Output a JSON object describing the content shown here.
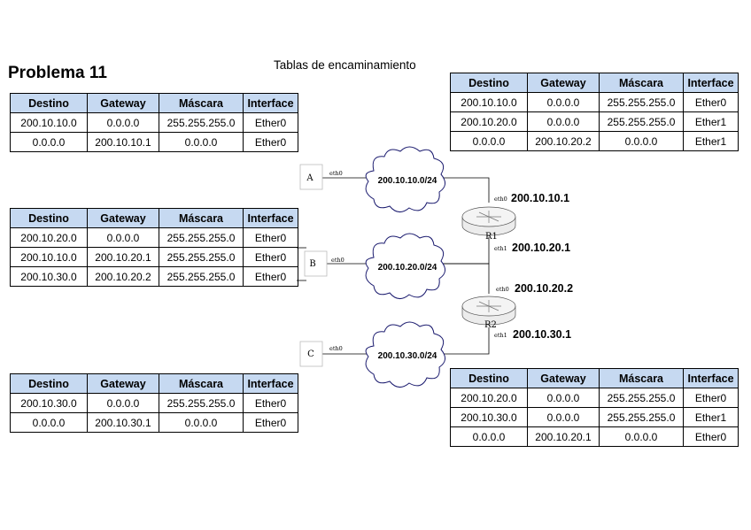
{
  "title": "Problema 11",
  "subtitle": "Tablas de encaminamiento",
  "headers": [
    "Destino",
    "Gateway",
    "Máscara",
    "Interface"
  ],
  "tables": {
    "A": [
      [
        "200.10.10.0",
        "0.0.0.0",
        "255.255.255.0",
        "Ether0"
      ],
      [
        "0.0.0.0",
        "200.10.10.1",
        "0.0.0.0",
        "Ether0"
      ]
    ],
    "B": [
      [
        "200.10.20.0",
        "0.0.0.0",
        "255.255.255.0",
        "Ether0"
      ],
      [
        "200.10.10.0",
        "200.10.20.1",
        "255.255.255.0",
        "Ether0"
      ],
      [
        "200.10.30.0",
        "200.10.20.2",
        "255.255.255.0",
        "Ether0"
      ]
    ],
    "C": [
      [
        "200.10.30.0",
        "0.0.0.0",
        "255.255.255.0",
        "Ether0"
      ],
      [
        "0.0.0.0",
        "200.10.30.1",
        "0.0.0.0",
        "Ether0"
      ]
    ],
    "R1": [
      [
        "200.10.10.0",
        "0.0.0.0",
        "255.255.255.0",
        "Ether0"
      ],
      [
        "200.10.20.0",
        "0.0.0.0",
        "255.255.255.0",
        "Ether1"
      ],
      [
        "0.0.0.0",
        "200.10.20.2",
        "0.0.0.0",
        "Ether1"
      ]
    ],
    "R2": [
      [
        "200.10.20.0",
        "0.0.0.0",
        "255.255.255.0",
        "Ether0"
      ],
      [
        "200.10.30.0",
        "0.0.0.0",
        "255.255.255.0",
        "Ether1"
      ],
      [
        "0.0.0.0",
        "200.10.20.1",
        "0.0.0.0",
        "Ether0"
      ]
    ]
  },
  "hosts": {
    "A": "A",
    "B": "B",
    "C": "C"
  },
  "networks": {
    "n1": "200.10.10.0/24",
    "n2": "200.10.20.0/24",
    "n3": "200.10.30.0/24"
  },
  "routers": {
    "r1": {
      "name": "R1",
      "eth0": "eth0",
      "eth1": "eth1",
      "ip0": "200.10.10.1",
      "ip1": "200.10.20.1"
    },
    "r2": {
      "name": "R2",
      "eth0": "eth0",
      "eth1": "eth1",
      "ip0": "200.10.20.2",
      "ip1": "200.10.30.1"
    }
  },
  "host_iface": "eth0",
  "colors": {
    "header_bg": "#c6d9f1",
    "border": "#000000"
  }
}
